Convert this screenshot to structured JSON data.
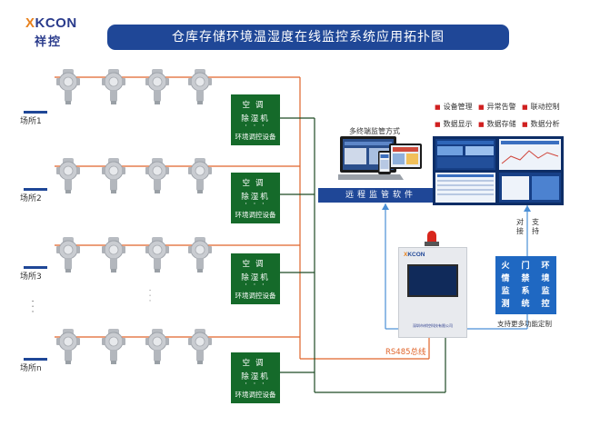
{
  "logo": {
    "brand_x": "X",
    "brand_rest": "KCON",
    "name_cn": "祥控"
  },
  "banner": {
    "title": "仓库存储环境温湿度在线监控系统应用拓扑图"
  },
  "sites": [
    {
      "label": "场所1"
    },
    {
      "label": "场所2"
    },
    {
      "label": "场所3"
    },
    {
      "label": "场所n"
    }
  ],
  "ellipsis": "·  ·  ·",
  "hvac": {
    "line1": "空调",
    "line2": "除湿机",
    "dots": "· · ·",
    "line3": "环境调控设备"
  },
  "software": {
    "multi_terminal": "多终端监管方式",
    "label": "远程监管软件"
  },
  "features": [
    "设备管理",
    "异常告警",
    "联动控制",
    "数据显示",
    "数据存储",
    "数据分析"
  ],
  "panel": {
    "logo_x": "X",
    "logo_rest": "KCON",
    "footer": "深圳市祥控科技有限公司"
  },
  "bus_label": "RS485总线",
  "interface": {
    "left": "对接",
    "right": "支持"
  },
  "systems": [
    {
      "name": "火情监测"
    },
    {
      "name": "门禁系统"
    },
    {
      "name": "环境监控"
    }
  ],
  "support_label": "支持更多功能定制",
  "colors": {
    "brand_blue": "#1f4797",
    "hvac_green": "#156a2a",
    "bus_orange": "#e0642a",
    "system_blue": "#1f68c2",
    "wire_dark_green": "#1e4a24",
    "wire_blue": "#4a8fd6"
  }
}
